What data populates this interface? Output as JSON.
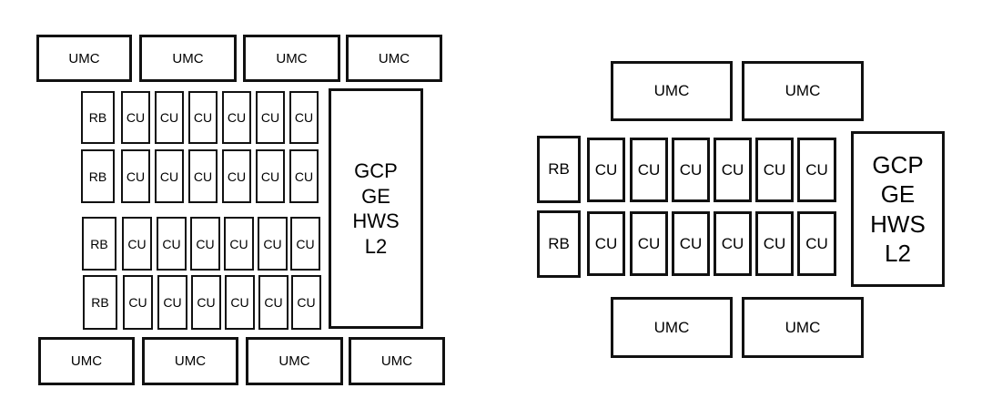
{
  "left_die": {
    "umc_top": [
      "UMC",
      "UMC",
      "UMC",
      "UMC"
    ],
    "umc_bottom": [
      "UMC",
      "UMC",
      "UMC",
      "UMC"
    ],
    "rows": [
      {
        "rb": "RB",
        "cus": [
          "CU",
          "CU",
          "CU",
          "CU",
          "CU",
          "CU"
        ]
      },
      {
        "rb": "RB",
        "cus": [
          "CU",
          "CU",
          "CU",
          "CU",
          "CU",
          "CU"
        ]
      },
      {
        "rb": "RB",
        "cus": [
          "CU",
          "CU",
          "CU",
          "CU",
          "CU",
          "CU"
        ]
      },
      {
        "rb": "RB",
        "cus": [
          "CU",
          "CU",
          "CU",
          "CU",
          "CU",
          "CU"
        ]
      }
    ],
    "front_end": [
      "GCP",
      "GE",
      "HWS",
      "L2"
    ]
  },
  "right_die": {
    "umc_top": [
      "UMC",
      "UMC"
    ],
    "umc_bottom": [
      "UMC",
      "UMC"
    ],
    "rows": [
      {
        "rb": "RB",
        "cus": [
          "CU",
          "CU",
          "CU",
          "CU",
          "CU",
          "CU"
        ]
      },
      {
        "rb": "RB",
        "cus": [
          "CU",
          "CU",
          "CU",
          "CU",
          "CU",
          "CU"
        ]
      }
    ],
    "front_end": [
      "GCP",
      "GE",
      "HWS",
      "L2"
    ]
  }
}
